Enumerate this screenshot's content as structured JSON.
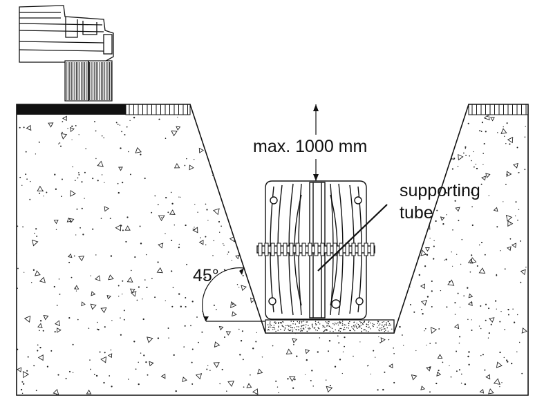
{
  "labels": {
    "depth": "max. 1000 mm",
    "supporting_tube_line1": "supporting",
    "supporting_tube_line2": "tube",
    "angle": "45°"
  },
  "colors": {
    "line": "#111111",
    "soil_speckle": "#222222",
    "background": "#ffffff"
  }
}
